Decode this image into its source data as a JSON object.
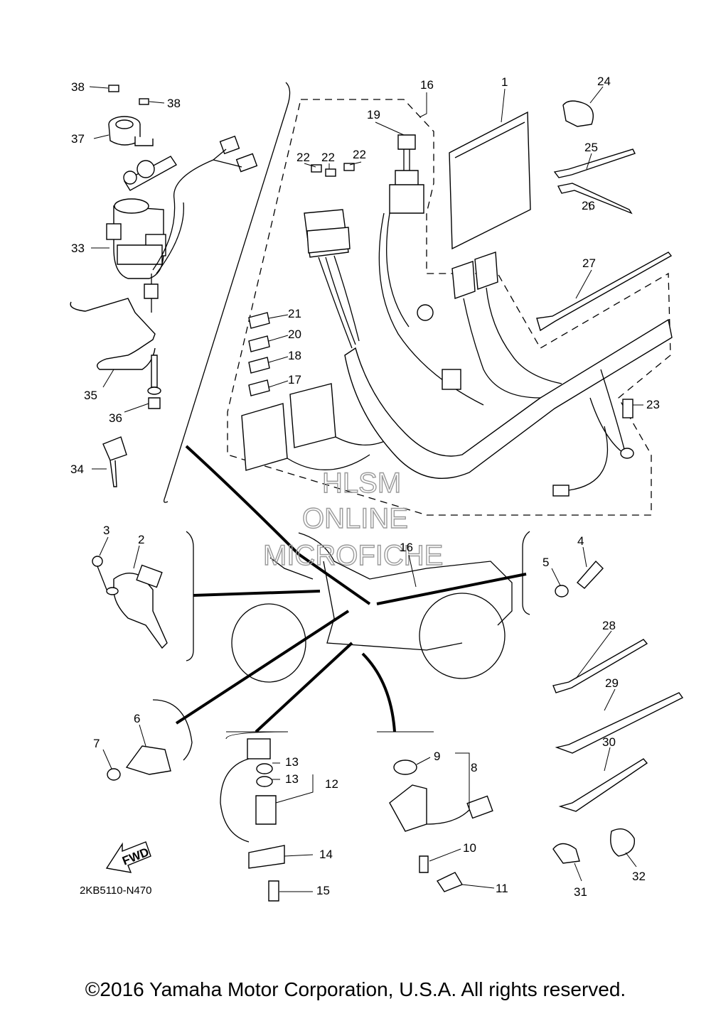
{
  "diagram": {
    "callouts": [
      "1",
      "2",
      "3",
      "4",
      "5",
      "6",
      "7",
      "8",
      "9",
      "10",
      "11",
      "12",
      "13",
      "13",
      "14",
      "15",
      "16",
      "16",
      "17",
      "18",
      "19",
      "20",
      "21",
      "22",
      "22",
      "22",
      "23",
      "24",
      "25",
      "26",
      "27",
      "28",
      "29",
      "30",
      "31",
      "32",
      "33",
      "34",
      "35",
      "36",
      "37",
      "38",
      "38"
    ],
    "watermark": [
      "HLSM",
      "ONLINE",
      "MICROFICHE"
    ],
    "fwd_label": "FWD",
    "diagram_code": "2KB5110-N470"
  },
  "footer": {
    "copyright": "©2016 Yamaha Motor Corporation, U.S.A. All rights reserved."
  }
}
